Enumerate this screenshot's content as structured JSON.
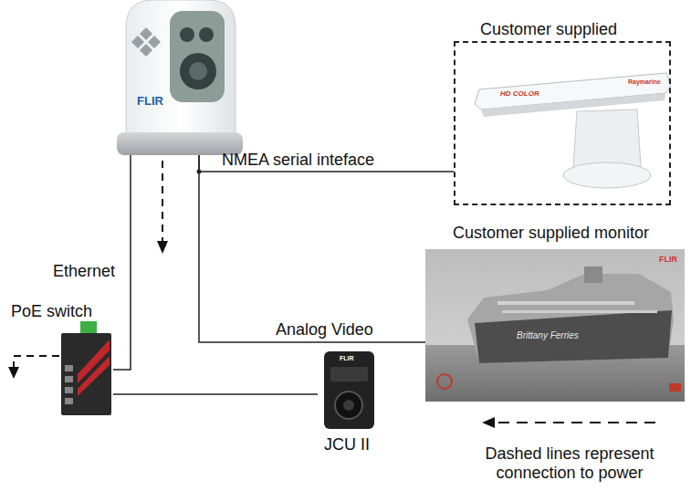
{
  "diagram": {
    "nodes": [
      {
        "text": [
          "FLIR"
        ]
      },
      {
        "text": [
          "Customer supplied"
        ]
      },
      {
        "text": [
          "Customer supplied monitor"
        ]
      },
      {
        "text": [
          "PoE switch"
        ]
      },
      {
        "text": [
          "JCU II"
        ]
      }
    ],
    "edges": [
      {
        "from": 0,
        "to": 1,
        "label": "NMEA serial inteface",
        "arrow": "none"
      },
      {
        "from": 0,
        "to": 2,
        "label": "Analog Video",
        "arrow": "none"
      },
      {
        "from": 0,
        "to": 3,
        "label": "Ethernet",
        "arrow": "none"
      },
      {
        "from": 3,
        "to": 4,
        "arrow": "none"
      }
    ],
    "labels": [
      "HD COLOR",
      "Raymarine",
      "Brittany Ferries",
      "FLIR",
      "FLIR"
    ],
    "legend": [
      {
        "text": "Dashed lines represent connection to power"
      }
    ]
  }
}
